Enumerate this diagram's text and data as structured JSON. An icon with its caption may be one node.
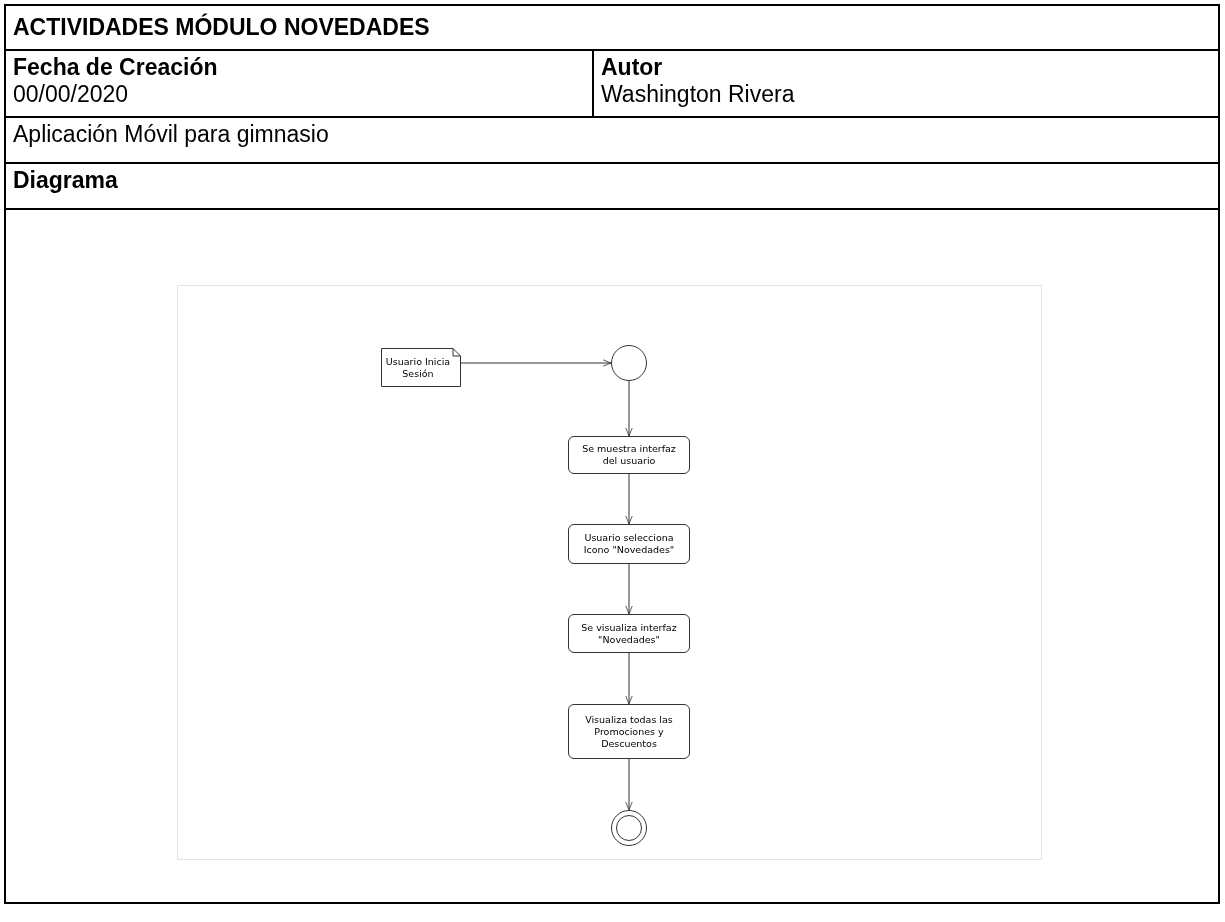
{
  "diagram": {
    "title": "ACTIVIDADES MÓDULO NOVEDADES",
    "nodes": [
      {
        "text": [
          "Fecha de Creación",
          "00/00/2020"
        ]
      },
      {
        "text": [
          "Autor",
          "Washington Rivera"
        ]
      },
      {
        "text": [
          "Aplicación Móvil para gimnasio"
        ]
      },
      {
        "text": [
          "Diagrama"
        ]
      },
      {
        "text": [],
        "shape": "box"
      },
      {
        "text": [
          "Usuario Inicia Sesión"
        ],
        "in": 4
      },
      {
        "text": [],
        "shape": "circle",
        "in": 4
      },
      {
        "text": [
          "Se muestra interfaz del usuario"
        ],
        "in": 4
      },
      {
        "text": [
          "Usuario selecciona Icono \"Novedades\""
        ],
        "in": 4
      },
      {
        "text": [
          "Se visualiza interfaz \"Novedades\""
        ],
        "in": 4
      },
      {
        "text": [
          "Visualiza todas las Promociones y Descuentos"
        ],
        "in": 4
      },
      {
        "text": [],
        "shape": "circle",
        "in": 4
      }
    ],
    "edges": [
      {
        "from": 5,
        "to": 6,
        "arrow": "to"
      },
      {
        "from": 6,
        "to": 7,
        "arrow": "to"
      },
      {
        "from": 7,
        "to": 8,
        "arrow": "to"
      },
      {
        "from": 8,
        "to": 9,
        "arrow": "to"
      },
      {
        "from": 9,
        "to": 10,
        "arrow": "to"
      },
      {
        "from": 10,
        "to": 11,
        "arrow": "to"
      }
    ]
  }
}
